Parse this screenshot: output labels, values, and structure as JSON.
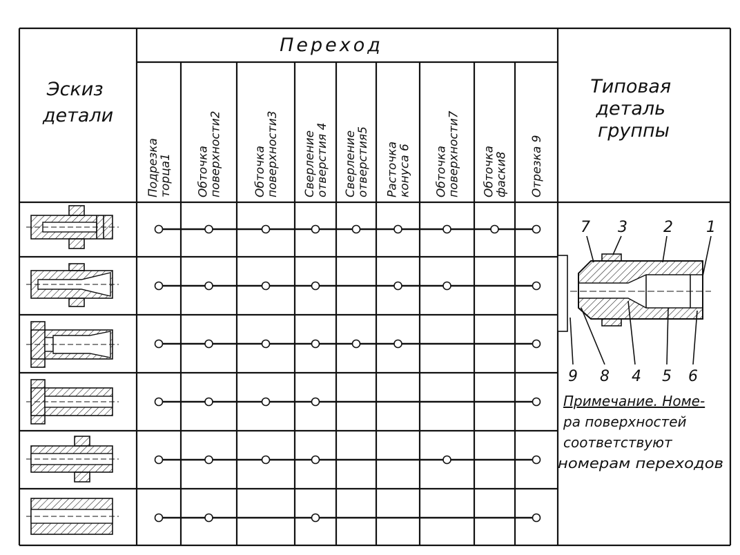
{
  "table": {
    "sketch_header": [
      "Эскиз",
      "детали"
    ],
    "transition_header": "Переход",
    "columns": [
      [
        "Подрезка",
        "торца1"
      ],
      [
        "Обточка",
        "поверхности2"
      ],
      [
        "Обточка",
        "поверхности3"
      ],
      [
        "Сверление",
        "отверстия 4"
      ],
      [
        "Сверление",
        "отверстия5"
      ],
      [
        "Расточка",
        "конуса 6"
      ],
      [
        "Обточка",
        "поверхности7"
      ],
      [
        "Обточка",
        "фаски8"
      ],
      [
        "Отрезка 9"
      ]
    ],
    "typical_header": [
      "Типовая",
      "деталь",
      "группы"
    ],
    "rows": [
      {
        "sketch_icon": "bushing-with-collar-sketch-icon",
        "operations": [
          1,
          2,
          3,
          4,
          5,
          6,
          7,
          8,
          9
        ]
      },
      {
        "sketch_icon": "conical-bore-part-sketch-icon",
        "operations": [
          1,
          2,
          3,
          4,
          6,
          7,
          9
        ]
      },
      {
        "sketch_icon": "flanged-sleeve-sketch-icon",
        "operations": [
          1,
          2,
          3,
          4,
          5,
          6,
          9
        ]
      },
      {
        "sketch_icon": "flanged-bushing-sketch-icon",
        "operations": [
          1,
          2,
          3,
          4,
          9
        ]
      },
      {
        "sketch_icon": "collared-sleeve-sketch-icon",
        "operations": [
          1,
          2,
          3,
          4,
          7,
          9
        ]
      },
      {
        "sketch_icon": "plain-bushing-sketch-icon",
        "operations": [
          1,
          2,
          4,
          9
        ]
      }
    ]
  },
  "typical_part": {
    "top_numbers": [
      "7",
      "3",
      "2",
      "1"
    ],
    "bottom_numbers": [
      "9",
      "8",
      "4",
      "5",
      "6"
    ],
    "note_lines": [
      "Примечание. Номе-",
      "ра поверхностей",
      "соответствуют",
      "номерам переходов"
    ]
  }
}
